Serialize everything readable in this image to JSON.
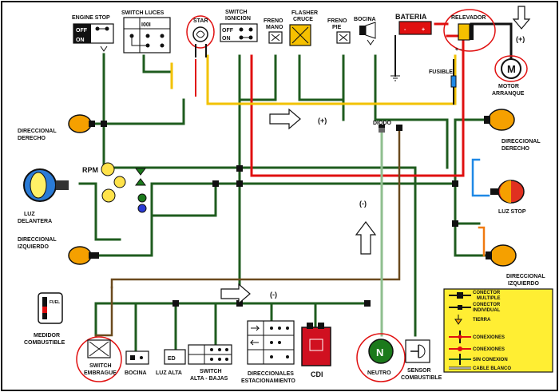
{
  "labels": {
    "engine_stop": "ENGINE STOP",
    "off": "OFF",
    "on": "ON",
    "switch_luces": "SWITCH LUCES",
    "star": "STAR",
    "switch_ignicion_1": "SWITCH",
    "switch_ignicion_2": "IGNICION",
    "ign_off": "OFF",
    "ign_on": "ON",
    "freno_mano_1": "FRENO",
    "freno_mano_2": "MANO",
    "flasher_1": "FLASHER",
    "flasher_2": "CRUCE",
    "freno_pie_1": "FRENO",
    "freno_pie_2": "PIE",
    "bocina_top": "BOCINA",
    "bateria": "BATERIA",
    "relevador": "RELEVADOR",
    "plus_top": "(+)",
    "fusible": "FUSIBLE",
    "motor_1": "MOTOR",
    "motor_2": "ARRANQUE",
    "motor_symbol": "M",
    "plus_mid": "(+)",
    "diodo": "DIODO",
    "dir_der_left_1": "DIRECCIONAL",
    "dir_der_left_2": "DERECHO",
    "dir_der_right_1": "DIRECCIONAL",
    "dir_der_right_2": "DERECHO",
    "rpm": "RPM",
    "luz_delantera_1": "LUZ",
    "luz_delantera_2": "DELANTERA",
    "luz_stop": "LUZ STOP",
    "dir_izq_left_1": "DIRECCIONAL",
    "dir_izq_left_2": "IZQUIERDO",
    "dir_izq_right_1": "DIRECCIONAL",
    "dir_izq_right_2": "IZQUIERDO",
    "minus_mid": "(-)",
    "minus_low": "(-)",
    "fuel": "FUEL",
    "medidor_1": "MEDIDOR",
    "medidor_2": "COMBUSTIBLE",
    "switch_embrague_1": "SWITCH",
    "switch_embrague_2": "EMBRAGUE",
    "bocina_bottom": "BOCINA",
    "luz_alta": "LUZ ALTA",
    "switch_alta_1": "SWITCH",
    "switch_alta_2": "ALTA - BAJAS",
    "direccionales_1": "DIRECCIONALES",
    "direccionales_2": "ESTACIONAMIENTO",
    "cdi": "CDI",
    "neutro_symbol": "N",
    "neutro": "NEUTRO",
    "sensor_1": "SENSOR",
    "sensor_2": "COMBUSTIBLE"
  },
  "legend": {
    "items": [
      {
        "label_1": "CONECTOR",
        "label_2": "MULTIPLE"
      },
      {
        "label_1": "CONECTOR",
        "label_2": "INDIVIDUAL"
      },
      {
        "label_1": "TIERRA",
        "label_2": ""
      },
      {
        "label_1": "CONEXIONES",
        "label_2": ""
      },
      {
        "label_1": "CONEXIONES",
        "label_2": ""
      },
      {
        "label_1": "SIN CONEXION",
        "label_2": ""
      },
      {
        "label_1": "CABLE BLANCO",
        "label_2": ""
      }
    ]
  },
  "colors": {
    "wire_green": "#1f5c1f",
    "wire_red": "#e01010",
    "wire_yellow": "#f2c200",
    "wire_brown": "#6b4a1e",
    "wire_gray": "#666666",
    "wire_blue": "#1e88e5",
    "wire_orange": "#f07a10",
    "wire_black": "#111111",
    "legend_bg": "#ffee33",
    "highlight": "#e01010",
    "lamp_amber": "#f5a000",
    "neutro_green": "#1b7a1b",
    "cdi_red": "#d01020"
  }
}
